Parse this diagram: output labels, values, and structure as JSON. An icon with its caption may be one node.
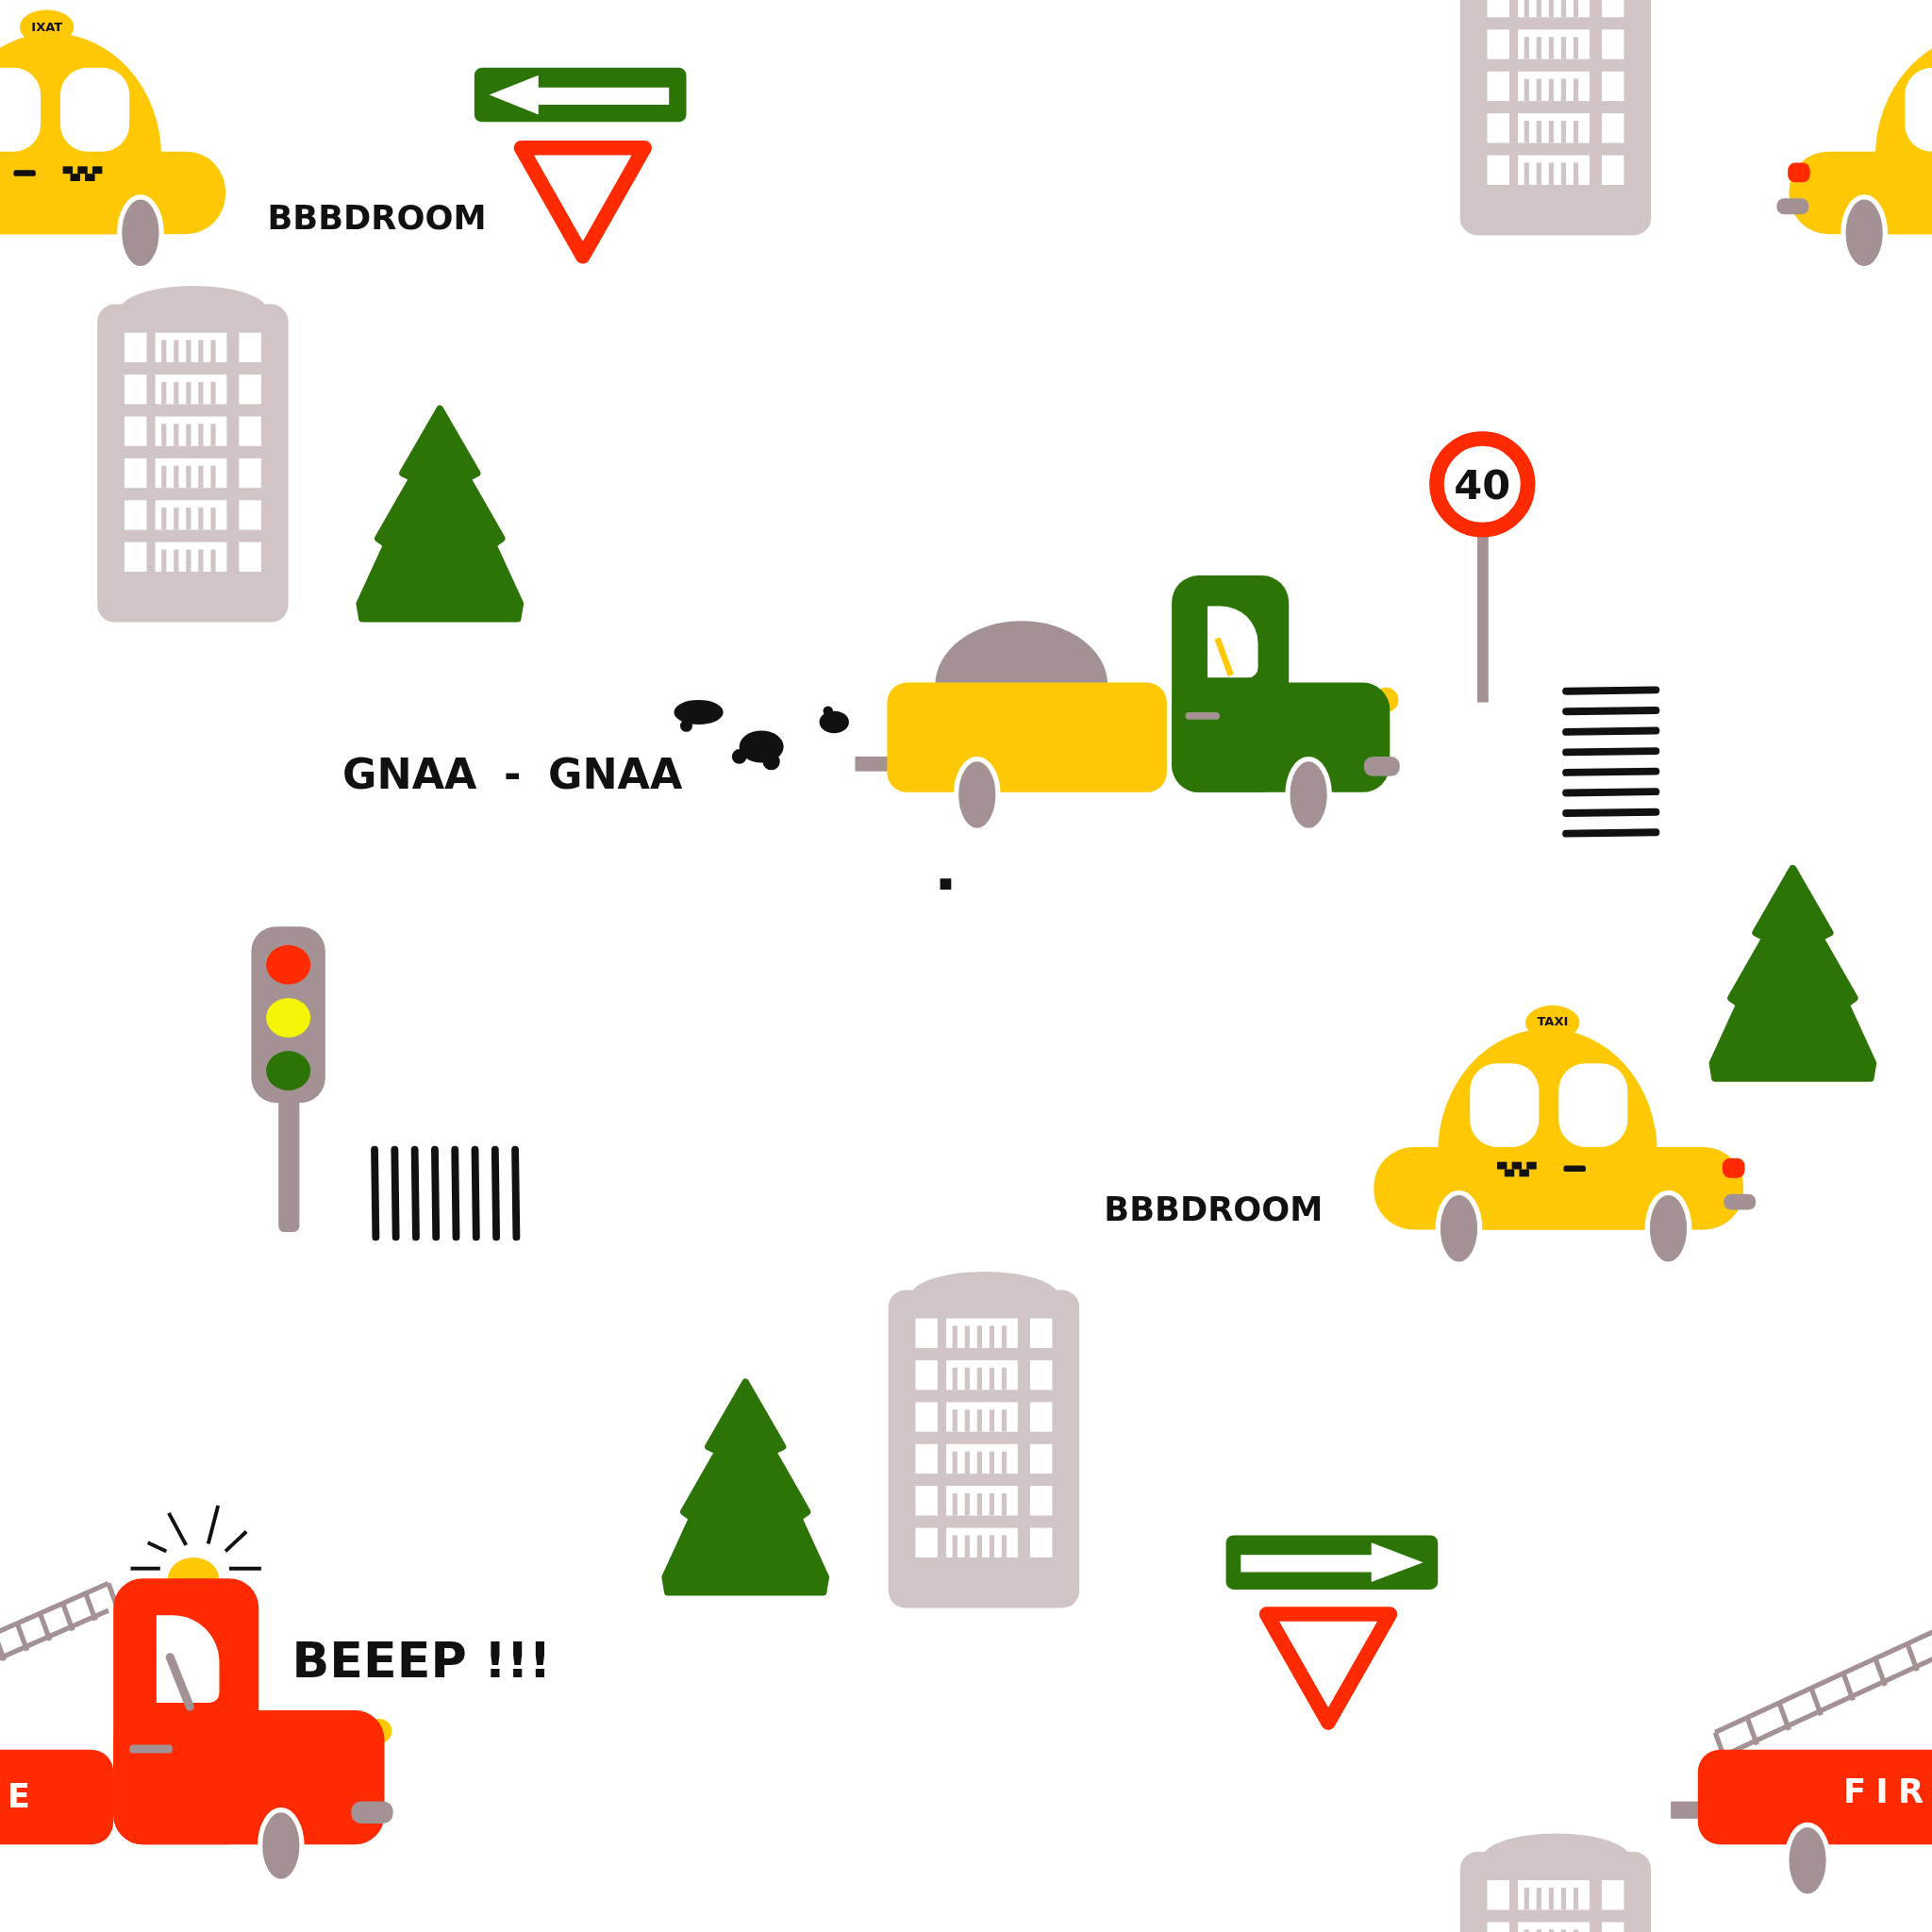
{
  "diagram": {
    "labels": [
      "IXAT",
      "BBBDROOM",
      "40",
      "GNAA - GNAA",
      "TAXI",
      "BBBDROOM",
      "BEEEP !!!",
      "E",
      "FIR"
    ]
  }
}
